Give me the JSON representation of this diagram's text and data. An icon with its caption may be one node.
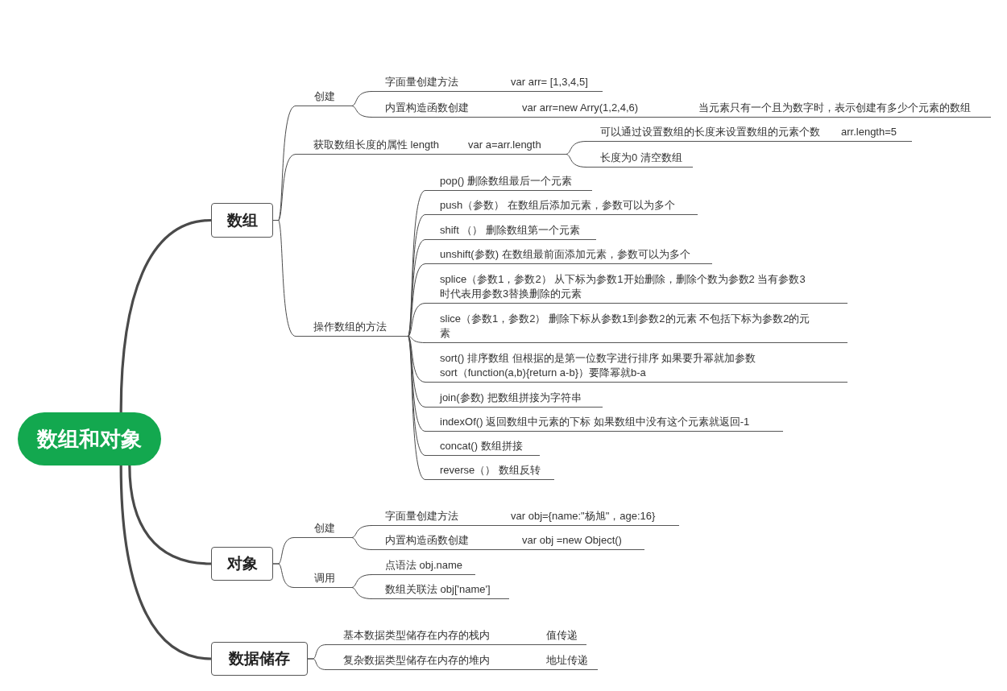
{
  "diagram": {
    "nodes": [
      {
        "text": [
          "数组和对象"
        ]
      },
      {
        "text": [
          "数组"
        ]
      },
      {
        "text": [
          "创建"
        ]
      },
      {
        "text": [
          "字面量创建方法",
          "var arr= [1,3,4,5]"
        ]
      },
      {
        "text": [
          "内置构造函数创建",
          "var arr=new Arry(1,2,4,6)",
          "当元素只有一个且为数字时，表示创建有多少个元素的数组"
        ]
      },
      {
        "text": [
          "获取数组长度的属性 length",
          "var a=arr.length"
        ]
      },
      {
        "text": [
          "可以通过设置数组的长度来设置数组的元素个数",
          "arr.length=5"
        ]
      },
      {
        "text": [
          "长度为0 清空数组"
        ]
      },
      {
        "text": [
          "操作数组的方法"
        ]
      },
      {
        "text": [
          "pop() 删除数组最后一个元素"
        ]
      },
      {
        "text": [
          "push（参数） 在数组后添加元素，参数可以为多个"
        ]
      },
      {
        "text": [
          "shift （） 删除数组第一个元素"
        ]
      },
      {
        "text": [
          "unshift(参数) 在数组最前面添加元素，参数可以为多个"
        ]
      },
      {
        "text": [
          "splice（参数1，参数2） 从下标为参数1开始删除，删除个数为参数2 当有参数3时代表用参数3替换删除的元素"
        ]
      },
      {
        "text": [
          "slice（参数1，参数2） 删除下标从参数1到参数2的元素 不包括下标为参数2的元素"
        ]
      },
      {
        "text": [
          "sort() 排序数组 但根据的是第一位数字进行排序 如果要升幂就加参数",
          "sort（function(a,b){return a-b}）要降幂就b-a"
        ]
      },
      {
        "text": [
          "join(参数) 把数组拼接为字符串"
        ]
      },
      {
        "text": [
          "indexOf() 返回数组中元素的下标 如果数组中没有这个元素就返回-1"
        ]
      },
      {
        "text": [
          "concat() 数组拼接"
        ]
      },
      {
        "text": [
          "reverse（） 数组反转"
        ]
      },
      {
        "text": [
          "对象"
        ]
      },
      {
        "text": [
          "创建"
        ]
      },
      {
        "text": [
          "字面量创建方法",
          "var obj={name:\"杨旭\"，age:16}"
        ]
      },
      {
        "text": [
          "内置构造函数创建",
          "var obj =new Object()"
        ]
      },
      {
        "text": [
          "调用"
        ]
      },
      {
        "text": [
          "点语法 obj.name"
        ]
      },
      {
        "text": [
          "数组关联法 obj['name']"
        ]
      },
      {
        "text": [
          "数据储存"
        ]
      },
      {
        "text": [
          "基本数据类型储存在内存的栈内",
          "值传递"
        ]
      },
      {
        "text": [
          "复杂数据类型储存在内存的堆内",
          "地址传递"
        ]
      }
    ],
    "edges": [
      {
        "from": 0,
        "to": 1,
        "arrow": "none",
        "style": "thick"
      },
      {
        "from": 0,
        "to": 20,
        "arrow": "none",
        "style": "thick"
      },
      {
        "from": 0,
        "to": 27,
        "arrow": "none",
        "style": "thick"
      },
      {
        "from": 1,
        "to": 2,
        "arrow": "none"
      },
      {
        "from": 2,
        "to": 3,
        "arrow": "none"
      },
      {
        "from": 2,
        "to": 4,
        "arrow": "none"
      },
      {
        "from": 1,
        "to": 5,
        "arrow": "none"
      },
      {
        "from": 5,
        "to": 6,
        "arrow": "none"
      },
      {
        "from": 5,
        "to": 7,
        "arrow": "none"
      },
      {
        "from": 1,
        "to": 8,
        "arrow": "none"
      },
      {
        "from": 8,
        "to": 9,
        "arrow": "none"
      },
      {
        "from": 8,
        "to": 10,
        "arrow": "none"
      },
      {
        "from": 8,
        "to": 11,
        "arrow": "none"
      },
      {
        "from": 8,
        "to": 12,
        "arrow": "none"
      },
      {
        "from": 8,
        "to": 13,
        "arrow": "none"
      },
      {
        "from": 8,
        "to": 14,
        "arrow": "none"
      },
      {
        "from": 8,
        "to": 15,
        "arrow": "none"
      },
      {
        "from": 8,
        "to": 16,
        "arrow": "none"
      },
      {
        "from": 8,
        "to": 17,
        "arrow": "none"
      },
      {
        "from": 8,
        "to": 18,
        "arrow": "none"
      },
      {
        "from": 8,
        "to": 19,
        "arrow": "none"
      },
      {
        "from": 20,
        "to": 21,
        "arrow": "none"
      },
      {
        "from": 21,
        "to": 22,
        "arrow": "none"
      },
      {
        "from": 21,
        "to": 23,
        "arrow": "none"
      },
      {
        "from": 20,
        "to": 24,
        "arrow": "none"
      },
      {
        "from": 24,
        "to": 25,
        "arrow": "none"
      },
      {
        "from": 24,
        "to": 26,
        "arrow": "none"
      },
      {
        "from": 27,
        "to": 28,
        "arrow": "none"
      },
      {
        "from": 27,
        "to": 29,
        "arrow": "none"
      }
    ]
  }
}
